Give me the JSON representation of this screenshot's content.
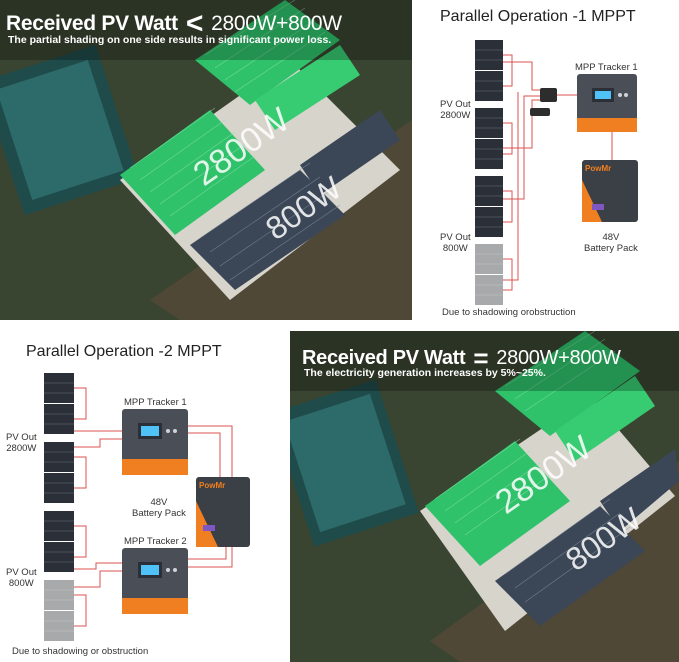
{
  "top_left": {
    "title_prefix": "Received PV Watt",
    "operator": "<",
    "title_value": "2800W+800W",
    "subtitle": "The partial shading on one side results in significant power loss.",
    "array_a_label": "2800W",
    "array_b_label": "800W"
  },
  "top_right": {
    "title": "Parallel Operation -1 MPPT",
    "tracker_label": "MPP Tracker 1",
    "pv_out_a": "PV Out\n2800W",
    "pv_out_b": "PV Out\n800W",
    "battery_label": "48V\nBattery Pack",
    "brand": "PowMr",
    "note": "Due to shadowing orobstruction"
  },
  "bottom_left": {
    "title": "Parallel Operation -2 MPPT",
    "tracker1_label": "MPP Tracker 1",
    "tracker2_label": "MPP Tracker 2",
    "pv_out_a": "PV Out\n2800W",
    "pv_out_b": "PV Out\n800W",
    "battery_label": "48V\nBattery Pack",
    "brand": "PowMr",
    "note": "Due to shadowing or obstruction"
  },
  "bottom_right": {
    "title_prefix": "Received PV Watt",
    "operator": "=",
    "title_value": "2800W+800W",
    "subtitle": "The electricity generation increases by 5%~25%.",
    "array_a_label": "2800W",
    "array_b_label": "800W"
  },
  "colors": {
    "panel_green": "#2fc26a",
    "panel_dark": "#3b4656",
    "wire": "#d9534f",
    "controller_orange": "#f07f21",
    "controller_body": "#4a4f57"
  }
}
